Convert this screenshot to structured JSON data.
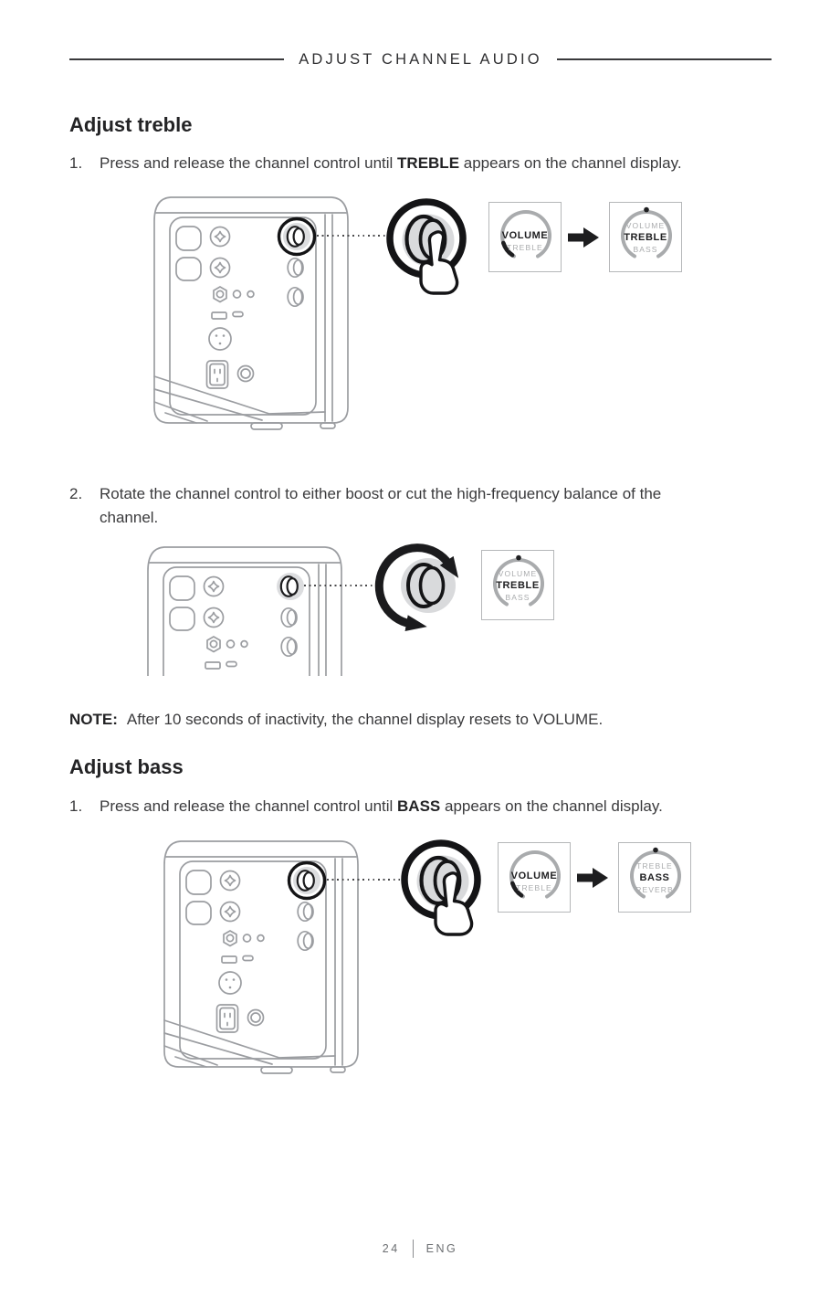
{
  "header": {
    "title": "ADJUST CHANNEL AUDIO"
  },
  "sections": {
    "treble": {
      "heading": "Adjust treble",
      "step1": {
        "number": "1.",
        "text_before": "Press and release the channel control until ",
        "text_bold": "TREBLE",
        "text_after": " appears on the channel display."
      },
      "step2": {
        "number": "2.",
        "text": "Rotate the channel control to either boost or cut the high-frequency balance of the channel."
      }
    },
    "bass": {
      "heading": "Adjust bass",
      "step1": {
        "number": "1.",
        "text_before": "Press and release the channel control until ",
        "text_bold": "BASS",
        "text_after": " appears on the channel display."
      }
    }
  },
  "note": {
    "label": "NOTE:",
    "text": "After 10 seconds of inactivity, the channel display resets to VOLUME."
  },
  "displays": {
    "treble_before": {
      "line1": "VOLUME",
      "line2": "TREBLE"
    },
    "treble_after": {
      "line1": "VOLUME",
      "line2": "TREBLE",
      "line3": "BASS"
    },
    "treble_rotate": {
      "line1": "VOLUME",
      "line2": "TREBLE",
      "line3": "BASS"
    },
    "bass_before": {
      "line1": "VOLUME",
      "line2": "TREBLE"
    },
    "bass_after": {
      "line1": "TREBLE",
      "line2": "BASS",
      "line3": "REVERB"
    }
  },
  "footer": {
    "page_number": "24",
    "language": "ENG"
  },
  "icons": {
    "forward_arrow": "solid right arrow",
    "rotate_arrows": "curved bidirectional rotation arrows",
    "press_hand": "finger pressing channel control knob",
    "channel_knob_highlight": "circled channel control knob",
    "display_indicator_dot": "knob position dot"
  },
  "colors": {
    "text_dark": "#232325",
    "text_body": "#3a3a3c",
    "illustration_gray": "#9b9da1",
    "display_dim_gray": "#a9abad",
    "knob_fill_gray": "#d9dadc",
    "footer_gray": "#6b6e71"
  }
}
